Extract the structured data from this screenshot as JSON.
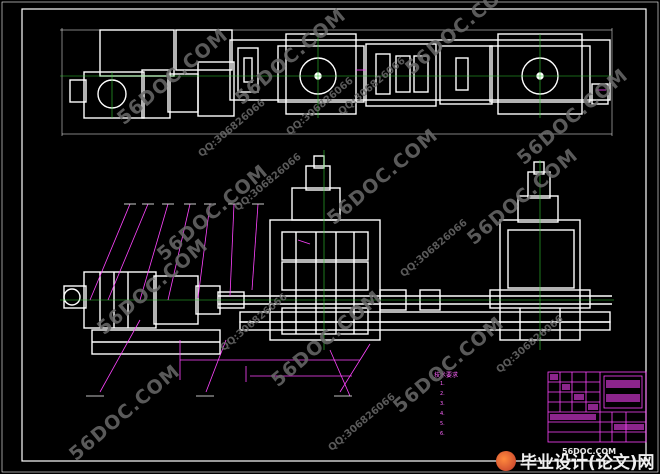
{
  "drawing": {
    "colors": {
      "background": "#000000",
      "outline": "#ffffff",
      "centerline": "#33cc33",
      "dimension": "#ff44ff",
      "leader": "#ff44ff",
      "title_block": "#ff44ff",
      "watermark": "#6a6a6a"
    }
  },
  "watermarks": {
    "site_text": "56DOC.COM",
    "phone_text": "QQ:306826066"
  },
  "tech_requirements": {
    "title": "技术要求",
    "lines": [
      "1.",
      "2.",
      "3.",
      "4.",
      "5.",
      "6."
    ]
  },
  "site_logo": {
    "text": "毕业设计(论文)网",
    "url": "56DOC.COM",
    "icon": "logo-circle-icon"
  }
}
